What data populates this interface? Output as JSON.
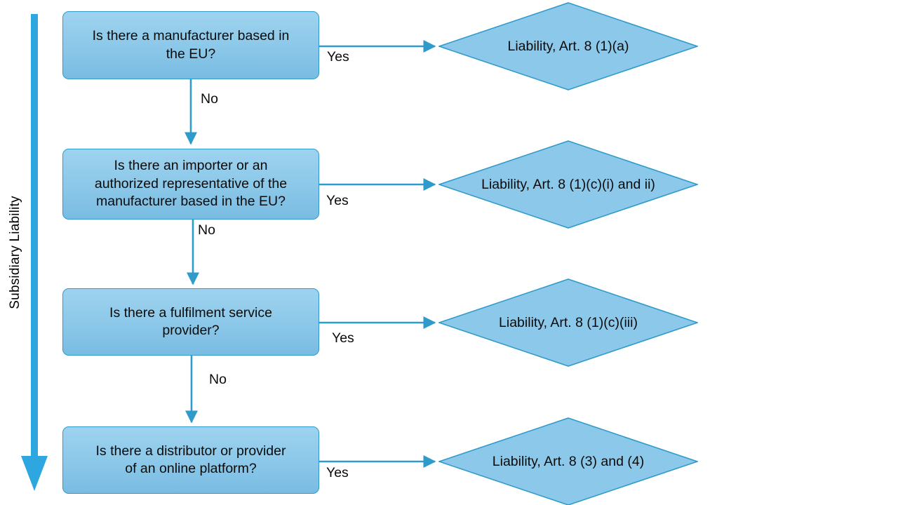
{
  "diagram": {
    "title": "Subsidiary Liability decision flowchart",
    "axis_label": "Subsidiary Liability",
    "colors": {
      "shape_fill": "#8CC8E9",
      "shape_fill_light": "#9ED3EF",
      "shape_fill_dark": "#79BCE2",
      "shape_stroke": "#2E9BCB",
      "connector": "#2E9BCB",
      "axis_arrow": "#2EA6DF",
      "text": "#0b0b0b",
      "background": "#ffffff"
    },
    "decisions": [
      {
        "id": "manufacturer",
        "lines": [
          "Is there a manufacturer based in",
          "the EU?"
        ],
        "yes_label": "Yes",
        "no_label": "No"
      },
      {
        "id": "importer-or-authorized-rep",
        "lines": [
          "Is there an importer or an",
          "authorized representative of the",
          "manufacturer based in the EU?"
        ],
        "yes_label": "Yes",
        "no_label": "No"
      },
      {
        "id": "fulfilment-service-provider",
        "lines": [
          "Is there a fulfilment service",
          "provider?"
        ],
        "yes_label": "Yes",
        "no_label": "No"
      },
      {
        "id": "distributor-or-online-platform",
        "lines": [
          "Is there a distributor or provider",
          "of an online platform?"
        ],
        "yes_label": "Yes",
        "no_label": ""
      }
    ],
    "outcomes": [
      {
        "id": "liability-art-8-1-a",
        "lines": [
          "Liability,",
          "Art. 8 (1)(a)"
        ]
      },
      {
        "id": "liability-art-8-1-c-i-and-ii",
        "lines": [
          "Liability,",
          "Art. 8 (1)(c)(i)",
          "and ii)"
        ]
      },
      {
        "id": "liability-art-8-1-c-iii",
        "lines": [
          "Liability,",
          "Art. 8 (1)(c)(iii)"
        ]
      },
      {
        "id": "liability-art-8-3-and-4",
        "lines": [
          "Liability,",
          "Art. 8 (3) and (4)"
        ]
      }
    ]
  }
}
